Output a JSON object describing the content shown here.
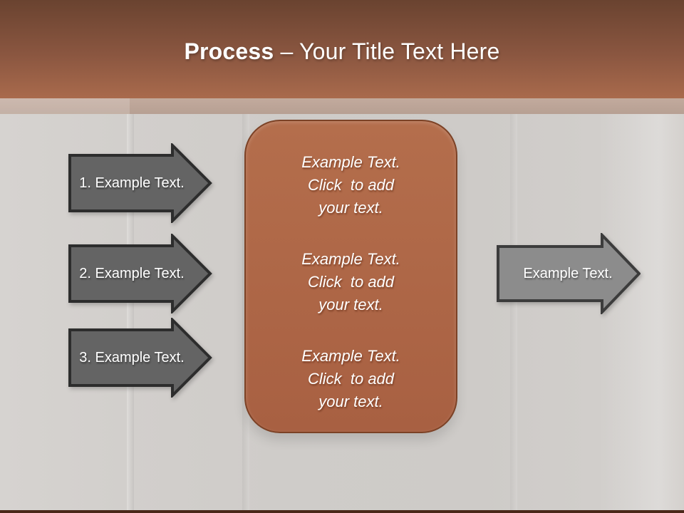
{
  "title": {
    "emphasis": "Process",
    "rest": " – Your Title Text Here"
  },
  "left_arrows": [
    {
      "label": "1. Example Text."
    },
    {
      "label": "2. Example Text."
    },
    {
      "label": "3. Example Text."
    }
  ],
  "center_box": {
    "blocks": [
      "Example Text.\nClick  to add\nyour text.",
      "Example Text.\nClick  to add\nyour text.",
      "Example Text.\nClick  to add\nyour text."
    ]
  },
  "right_arrow": {
    "label": "Example Text."
  },
  "colors": {
    "header-top": "#6a4330",
    "header-bottom": "#a96a4c",
    "band": "#bca69a",
    "body-base": "#d0cdca",
    "box-fill-top": "#b46e4c",
    "box-fill-bottom": "#a86042",
    "box-border": "#7c4226",
    "arrow-fill": "#646464",
    "arrow-border": "#2d2d2d",
    "right-arrow-fill": "#8c8c8c",
    "right-arrow-border": "#3c3c3c",
    "footer": "#4a2819"
  }
}
